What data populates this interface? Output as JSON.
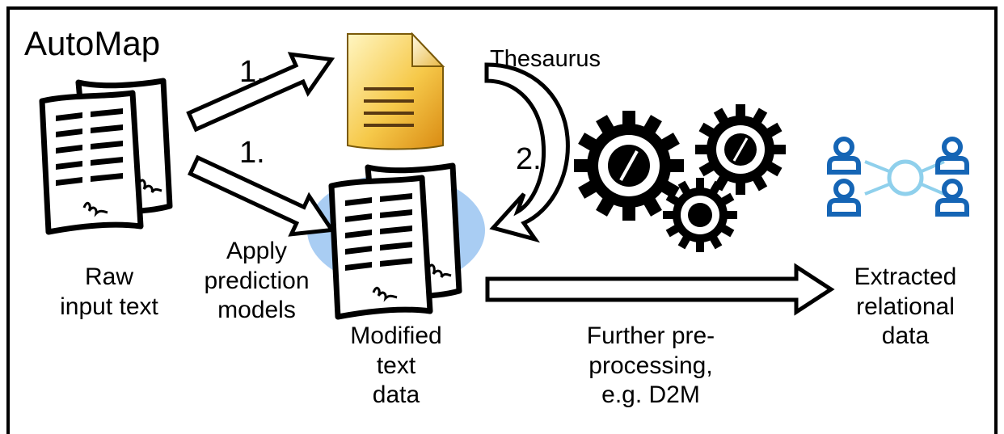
{
  "title": "AutoMap",
  "steps": {
    "first": "1.",
    "second": "1.",
    "third": "2."
  },
  "thesaurus_label": "Thesaurus",
  "raw_input": {
    "line1": "Raw",
    "line2": "input text"
  },
  "apply_models": {
    "line1": "Apply",
    "line2": "prediction",
    "line3": "models"
  },
  "modified": {
    "line1": "Modified",
    "line2": "text",
    "line3": "data"
  },
  "further": {
    "line1": "Further pre-",
    "line2": "processing,",
    "line3": "e.g. D2M"
  },
  "extracted": {
    "line1": "Extracted",
    "line2": "relational",
    "line3": "data"
  },
  "icons": [
    "document-stack-icon",
    "notepad-icon",
    "gears-icon",
    "network-icon"
  ],
  "colors": {
    "highlight": "#a9cdf3",
    "network": "#1565b5",
    "network_center": "#8fd0ec",
    "notepad": "#f2b530"
  }
}
